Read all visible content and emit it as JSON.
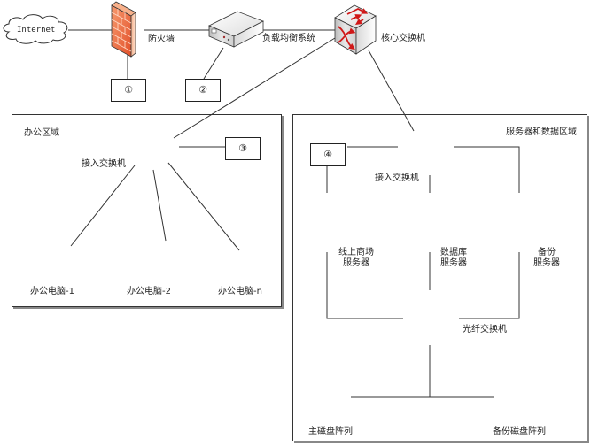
{
  "diagram": {
    "nodes": {
      "internet": {
        "label": "Internet",
        "icon": "cloud-icon"
      },
      "firewall": {
        "label": "防火墙",
        "icon": "firewall-icon"
      },
      "load_balancer": {
        "label": "负载均衡系统",
        "icon": "load-balancer-icon"
      },
      "core_switch": {
        "label": "核心交换机",
        "icon": "core-switch-icon"
      },
      "office_access_switch": {
        "label": "接入交换机",
        "icon": "switch-icon"
      },
      "server_access_switch": {
        "label": "接入交换机",
        "icon": "switch-icon"
      },
      "office_pc_1": {
        "label": "办公电脑-1",
        "icon": "computer-icon"
      },
      "office_pc_2": {
        "label": "办公电脑-2",
        "icon": "computer-icon"
      },
      "office_pc_n": {
        "label": "办公电脑-n",
        "icon": "computer-icon"
      },
      "web_server": {
        "label_line1": "线上商场",
        "label_line2": "服务器",
        "icon": "server-icon"
      },
      "db_server": {
        "label_line1": "数据库",
        "label_line2": "服务器",
        "icon": "server-icon"
      },
      "backup_server": {
        "label_line1": "备份",
        "label_line2": "服务器",
        "icon": "server-icon"
      },
      "fiber_switch": {
        "label": "光纤交换机",
        "icon": "fiber-switch-icon"
      },
      "primary_disk": {
        "label": "主磁盘阵列",
        "icon": "disk-array-icon"
      },
      "backup_disk": {
        "label": "备份磁盘阵列",
        "icon": "disk-array-icon"
      }
    },
    "placeholders": [
      {
        "id": "1",
        "label": "①"
      },
      {
        "id": "2",
        "label": "②"
      },
      {
        "id": "3",
        "label": "③"
      },
      {
        "id": "4",
        "label": "④"
      }
    ],
    "zones": {
      "office": {
        "label": "办公区域"
      },
      "server": {
        "label": "服务器和数据区域"
      }
    },
    "edges": [
      [
        "internet",
        "firewall"
      ],
      [
        "firewall",
        "load_balancer"
      ],
      [
        "load_balancer",
        "core_switch"
      ],
      [
        "firewall",
        "placeholder-1"
      ],
      [
        "load_balancer",
        "placeholder-2"
      ],
      [
        "core_switch",
        "office_access_switch"
      ],
      [
        "core_switch",
        "server_access_switch"
      ],
      [
        "office_access_switch",
        "placeholder-3"
      ],
      [
        "office_access_switch",
        "office_pc_1"
      ],
      [
        "office_access_switch",
        "office_pc_2"
      ],
      [
        "office_access_switch",
        "office_pc_n"
      ],
      [
        "server_access_switch",
        "placeholder-4"
      ],
      [
        "server_access_switch",
        "web_server"
      ],
      [
        "server_access_switch",
        "db_server"
      ],
      [
        "server_access_switch",
        "backup_server"
      ],
      [
        "web_server",
        "fiber_switch"
      ],
      [
        "db_server",
        "fiber_switch"
      ],
      [
        "backup_server",
        "fiber_switch"
      ],
      [
        "fiber_switch",
        "primary_disk"
      ],
      [
        "fiber_switch",
        "backup_disk"
      ]
    ]
  }
}
